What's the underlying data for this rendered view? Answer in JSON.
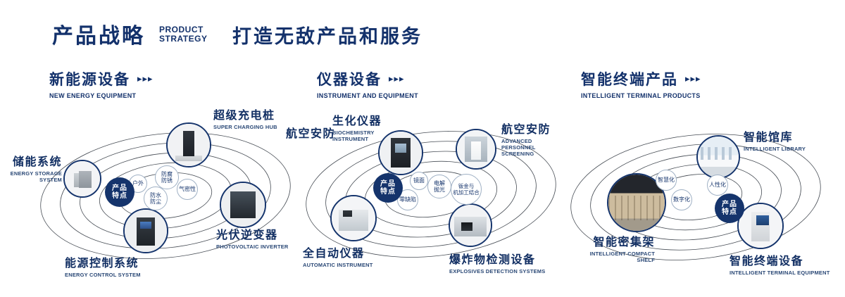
{
  "header": {
    "title": "产品战略",
    "subtitle": [
      "PRODUCT",
      "STRATEGY"
    ],
    "tagline": "打造无敌产品和服务"
  },
  "icons": {
    "triple_arrow": "▸▸▸"
  },
  "sections": [
    {
      "title": "新能源设备",
      "subtitle": "NEW ENERGY EQUIPMENT",
      "badge": [
        "产品",
        "特点"
      ],
      "products": [
        {
          "name": "储能系统",
          "en": "ENERGY STORAGE SYSTEM"
        },
        {
          "name": "超级充电桩",
          "en": "SUPER CHARGING HUB"
        },
        {
          "name": "光伏逆变器",
          "en": "PHOTOVOLTAIC INVERTER"
        },
        {
          "name": "能源控制系统",
          "en": "ENERGY CONTROL SYSTEM"
        }
      ],
      "features": [
        {
          "lines": [
            "户外"
          ]
        },
        {
          "lines": [
            "防腐",
            "防锈"
          ]
        },
        {
          "lines": [
            "气密性"
          ]
        },
        {
          "lines": [
            "防水",
            "防尘"
          ]
        }
      ]
    },
    {
      "title": "仪器设备",
      "subtitle": "INSTRUMENT AND EQUIPMENT",
      "badge": [
        "产品",
        "特点"
      ],
      "extra_label": "航空安防",
      "products": [
        {
          "name": "生化仪器",
          "en": "BIOCHEMISTRY INSTRUMENT"
        },
        {
          "name": "航空安防",
          "en": "ADVANCED PERSONNEL SCREENING"
        },
        {
          "name": "全自动仪器",
          "en": "AUTOMATIC INSTRUMENT"
        },
        {
          "name": "爆炸物检测设备",
          "en": "EXPLOSIVES DETECTION SYSTEMS"
        }
      ],
      "features": [
        {
          "lines": [
            "镜面"
          ]
        },
        {
          "lines": [
            "电解",
            "抛光"
          ]
        },
        {
          "lines": [
            "零缺陷"
          ]
        },
        {
          "lines": [
            "钣金与",
            "机加工结合"
          ]
        }
      ]
    },
    {
      "title": "智能终端产品",
      "subtitle": "INTELLIGENT TERMINAL PRODUCTS",
      "badge": [
        "产品",
        "特点"
      ],
      "products": [
        {
          "name": "智能馆库",
          "en": "INTELLIGENT LIBRARY"
        },
        {
          "name": "智能密集架",
          "en": "INTELLIGENT COMPACT SHELF"
        },
        {
          "name": "智能终端设备",
          "en": "INTELLIGENT TERMINAL EQUIPMENT"
        }
      ],
      "features": [
        {
          "lines": [
            "智慧化"
          ]
        },
        {
          "lines": [
            "人性化"
          ]
        },
        {
          "lines": [
            "数字化"
          ]
        }
      ]
    }
  ]
}
